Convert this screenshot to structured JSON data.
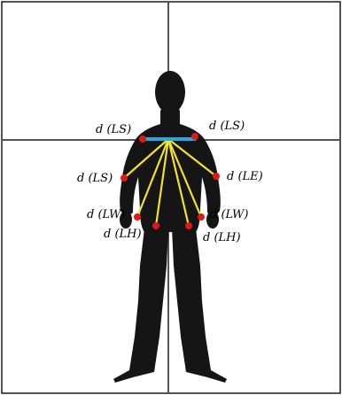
{
  "colors": {
    "background": "#ffffff",
    "frame": "#1a1a1a",
    "axes": "#1a1a1a",
    "silhouette": "#151515",
    "shoulder_line": "#26a9e0",
    "segments": "#f2e22a",
    "joints": "#e01818",
    "labels": "#000000"
  },
  "labels": {
    "right_shoulder": "d (LS)",
    "left_shoulder": "d (LS)",
    "right_elbow": "d (LS)",
    "left_elbow": "d (LE)",
    "right_wrist": "d (LW)",
    "left_wrist": "d (LW)",
    "right_hip": "d (LH)",
    "left_hip": "d (LH)"
  }
}
